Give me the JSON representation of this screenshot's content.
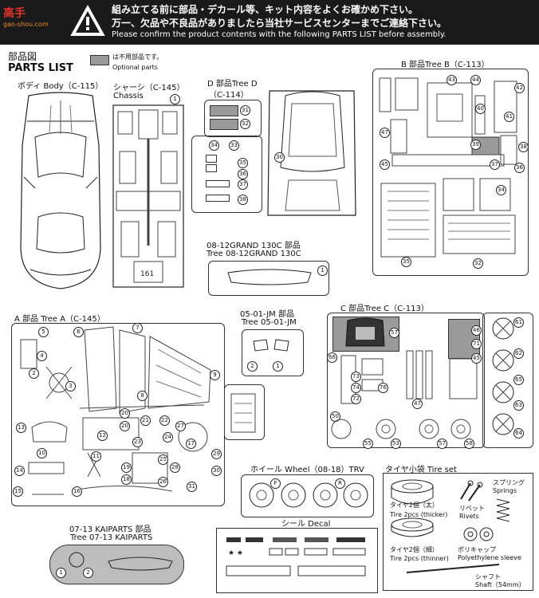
{
  "watermark": {
    "mark": "高手",
    "site": "gao-shou.com"
  },
  "header": {
    "line1": "組み立てる前に部品・デカール等、キット内容をよくお確かめ下さい。",
    "line2": "万一、欠品や不良品がありましたら当社サービスセンターまでご連絡下さい。",
    "line3": "Please confirm the product contents with the following PARTS LIST before assembly."
  },
  "parts_list": {
    "jp": "部品図",
    "en": "PARTS LIST"
  },
  "legend": {
    "jp": "は不用部品です。",
    "en": "Optional parts"
  },
  "sections": {
    "body": "ボディ Body（C-115）",
    "chassis_jp": "シャーシ（C-145）",
    "chassis_en": "Chassis",
    "tree_d_1": "D 部品Tree D",
    "tree_d_2": "（C-114）",
    "tree_b": "B 部品Tree B（C-113）",
    "grand_1": "08-12GRAND 130C 部品",
    "grand_2": "Tree 08-12GRAND 130C",
    "tree_a": "A 部品 Tree A（C-145）",
    "jm_1": "05-01-JM 部品",
    "jm_2": "Tree 05-01-JM",
    "tree_c": "C 部品Tree C（C-113）",
    "wheel": "ホイール Wheel（08-18）TRV",
    "tire_set": "タイヤ小袋 Tire set",
    "kaiparts_1": "07-13 KAIPARTS 部品",
    "kaiparts_2": "Tree 07-13 KAIPARTS",
    "decal": "シール Decal"
  },
  "tire_set": {
    "tire_thick_jp": "タイヤ2個（太）",
    "tire_thick_en": "Tire 2pcs (thicker)",
    "tire_thin_jp": "タイヤ2個（細）",
    "tire_thin_en": "Tire 2pcs (thinner)",
    "rivets_jp": "リベット",
    "rivets_en": "Rivets",
    "springs_jp": "スプリング",
    "springs_en": "Springs",
    "sleeve_jp": "ポリキャップ",
    "sleeve_en": "Polyethylene sleeve",
    "shaft_jp": "シャフト",
    "shaft_en": "Shaft（54mm）"
  },
  "wheel_marks": {
    "front": "F",
    "rear": "R"
  },
  "numbers": {
    "chassis": [
      "1"
    ],
    "tree_d": [
      "31",
      "32",
      "34",
      "33",
      "35",
      "36",
      "37",
      "38",
      "30"
    ],
    "tree_b": [
      "43",
      "44",
      "42",
      "40",
      "41",
      "47",
      "39",
      "37",
      "38",
      "36",
      "45",
      "34",
      "35",
      "32"
    ],
    "grand": [
      "1"
    ],
    "tree_a": [
      "5",
      "6",
      "7",
      "4",
      "2",
      "3",
      "9",
      "8",
      "13",
      "20",
      "21",
      "22",
      "12",
      "24",
      "23",
      "27",
      "25",
      "28",
      "14",
      "18",
      "26",
      "29",
      "30",
      "15",
      "16",
      "31",
      "10",
      "11",
      "19",
      "17",
      "20"
    ],
    "jm": [
      "2",
      "1"
    ],
    "tree_c": [
      "57",
      "66",
      "46",
      "71",
      "76",
      "45",
      "73",
      "74",
      "72",
      "47",
      "50",
      "55",
      "53",
      "57",
      "58",
      "61",
      "62",
      "65",
      "63",
      "64"
    ],
    "kaiparts": [
      "1",
      "2"
    ]
  }
}
